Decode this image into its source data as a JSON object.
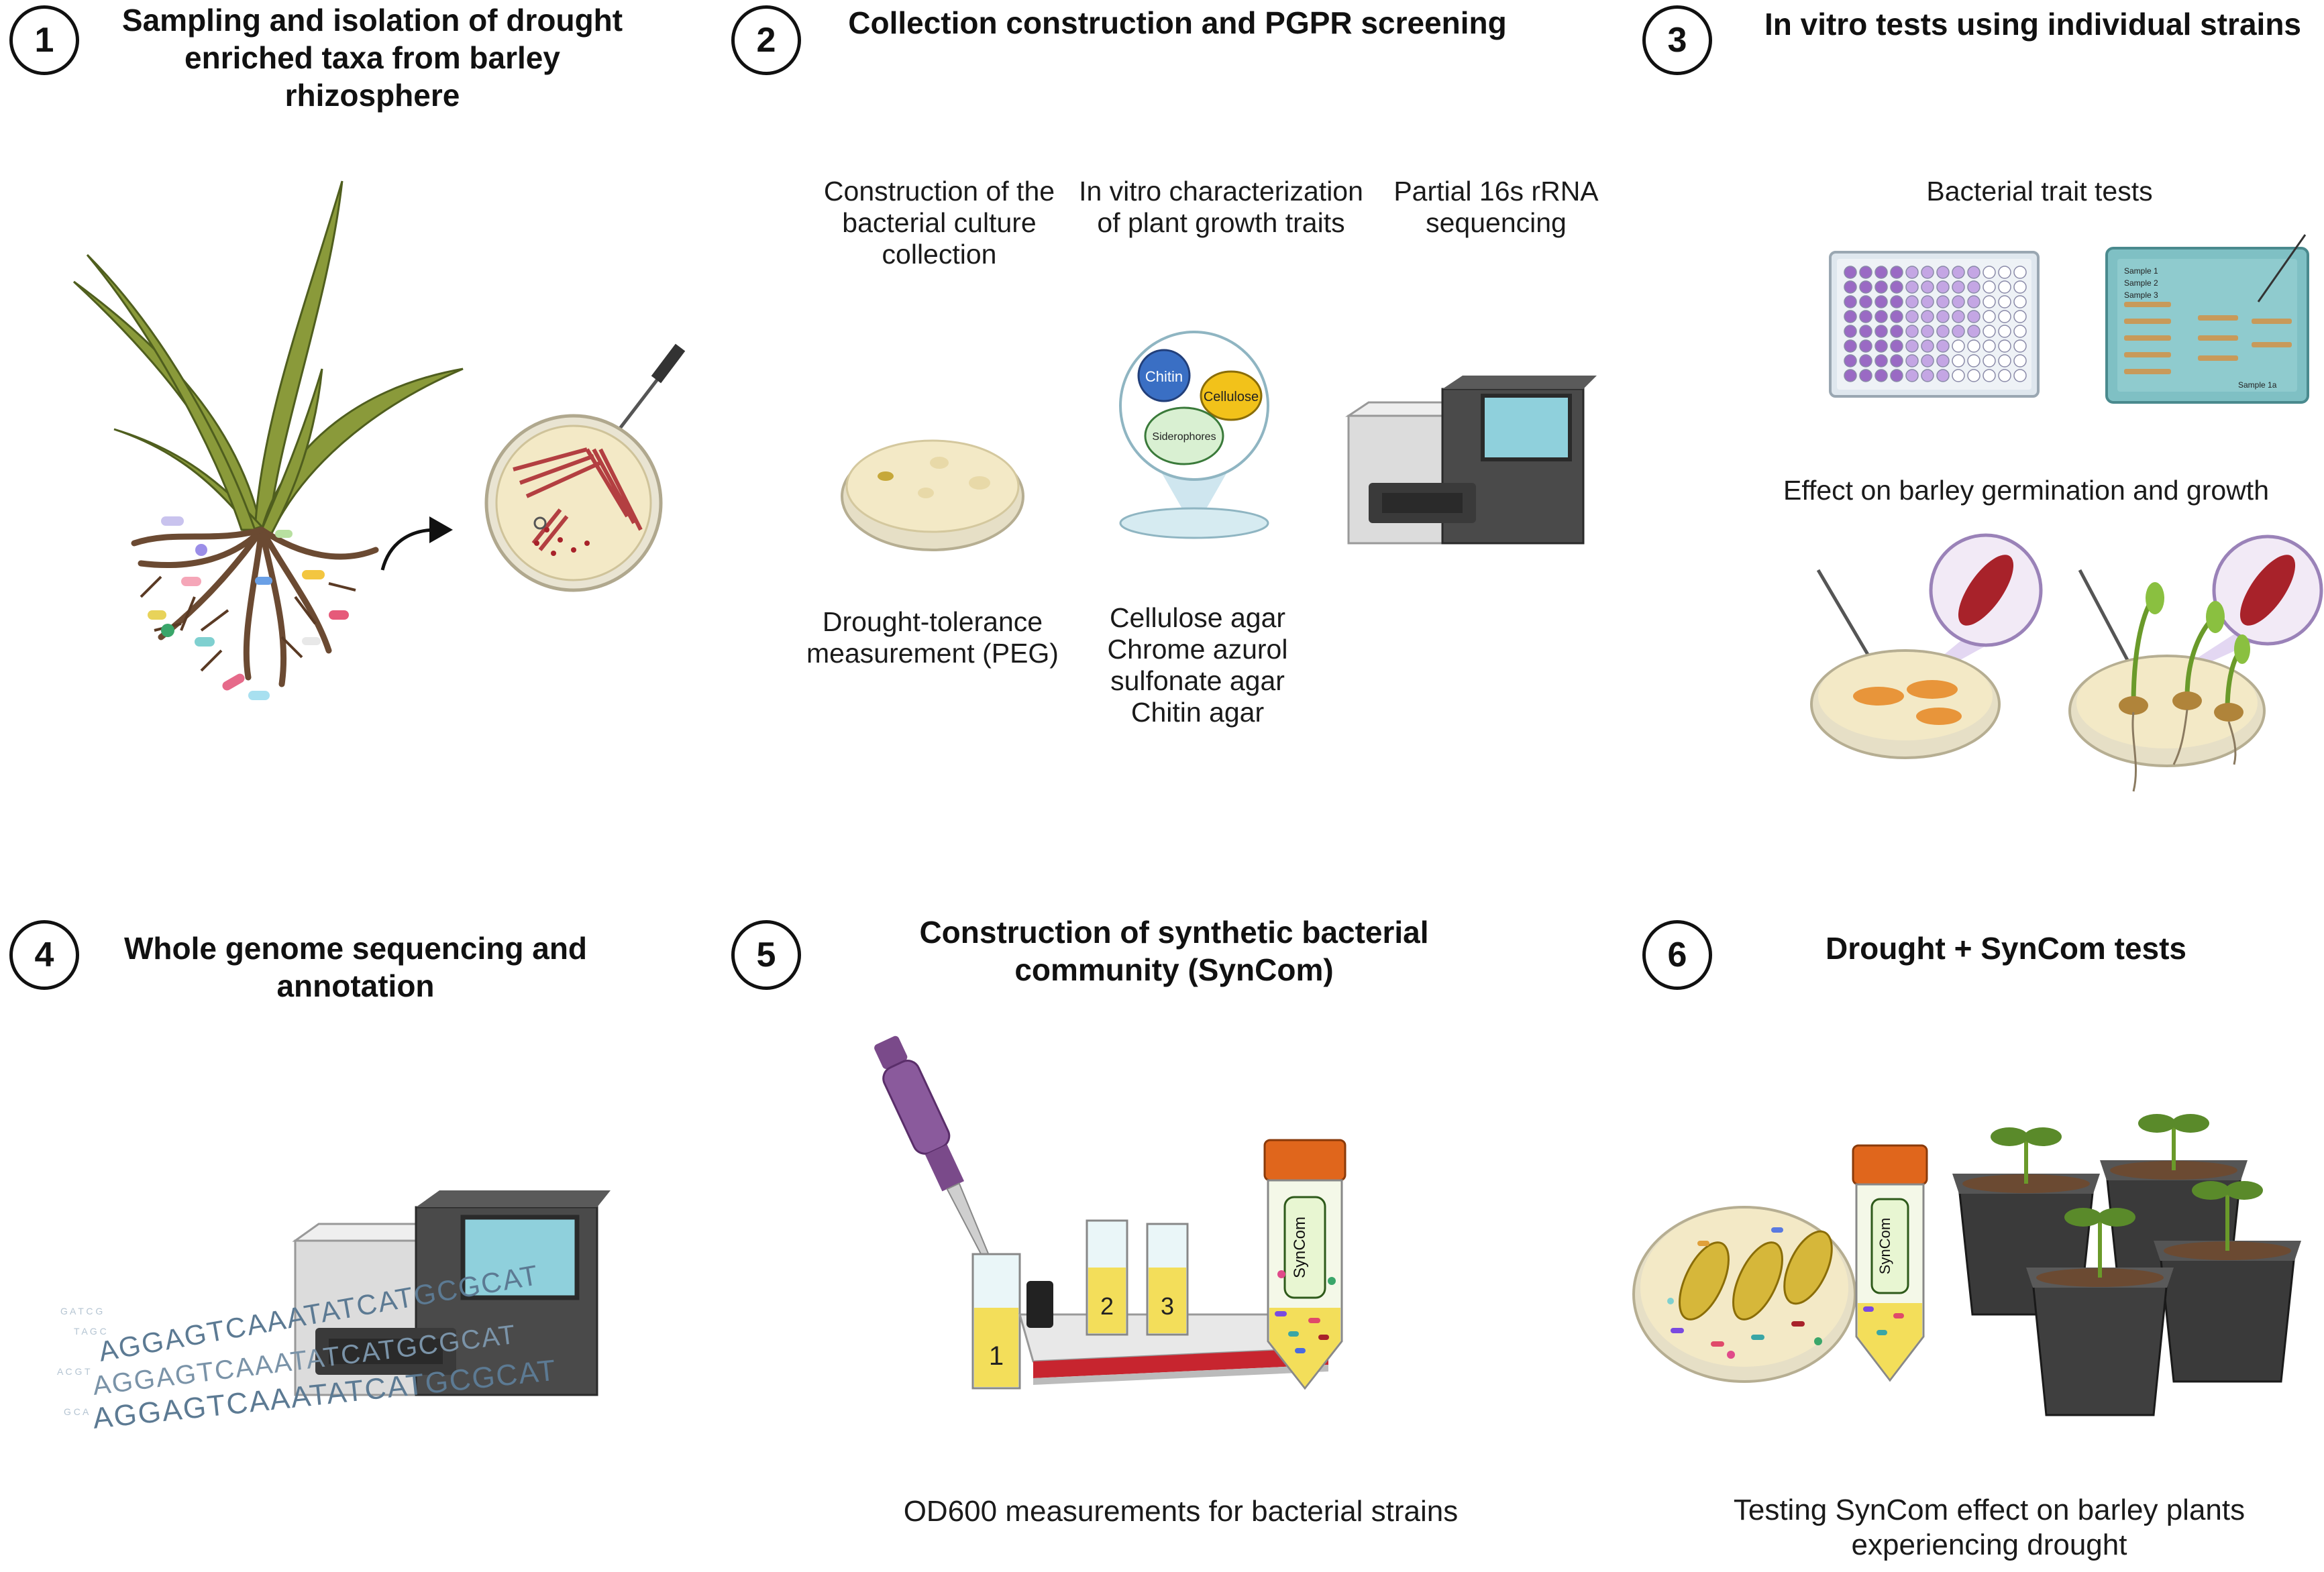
{
  "steps": [
    {
      "number": "1",
      "title_lines": [
        "Sampling and isolation of drought",
        "enriched taxa from barley",
        "rhizosphere"
      ]
    },
    {
      "number": "2",
      "title_lines": [
        "Collection construction and PGPR screening"
      ]
    },
    {
      "number": "3",
      "title_lines": [
        "In vitro tests using individual strains"
      ]
    },
    {
      "number": "4",
      "title_lines": [
        "Whole genome sequencing and",
        "annotation"
      ]
    },
    {
      "number": "5",
      "title_lines": [
        "Construction of synthetic bacterial",
        "community (SynCom)"
      ]
    },
    {
      "number": "6",
      "title_lines": [
        "Drought + SynCom tests"
      ]
    }
  ],
  "step2": {
    "collection_lines": [
      "Construction of the",
      "bacterial culture",
      "collection"
    ],
    "traits_lines": [
      "In vitro characterization",
      "of plant growth traits"
    ],
    "seq_lines": [
      "Partial 16s rRNA",
      "sequencing"
    ],
    "drought_lines": [
      "Drought-tolerance",
      "measurement (PEG)"
    ],
    "agar_lines": [
      "Cellulose agar",
      "Chrome azurol",
      "sulfonate agar",
      "Chitin agar"
    ],
    "bubble": {
      "chitin": "Chitin",
      "cellulose": "Cellulose",
      "siderophores": "Siderophores"
    }
  },
  "step3": {
    "trait_tests": "Bacterial trait tests",
    "germination": "Effect on barley germination and growth",
    "gel_samples": [
      "Sample 1",
      "Sample 2",
      "Sample 3",
      "Sample 1a"
    ]
  },
  "step4": {
    "dna_lines": [
      "AGGAGTCAAATATCATGCGCAT",
      "AGGAGTCAAATATCATGCGCAT",
      "AGGAGTCAAATATCATGCGCAT"
    ]
  },
  "step5": {
    "caption": "OD600 measurements for bacterial strains",
    "cuvettes": [
      "1",
      "2",
      "3"
    ],
    "tube_label": "SynCom"
  },
  "step6": {
    "caption_lines": [
      "Testing SynCom effect on barley plants",
      "experiencing drought"
    ],
    "tube_label": "SynCom"
  },
  "colors": {
    "agar": "#f3e9c6",
    "bacteria": "#a8222a",
    "instrument_dark": "#4a4a4a",
    "screen": "#4fb6c4",
    "tube_cap": "#e0661c",
    "pipette": "#7a4a8a",
    "soil": "#6b4a32"
  }
}
